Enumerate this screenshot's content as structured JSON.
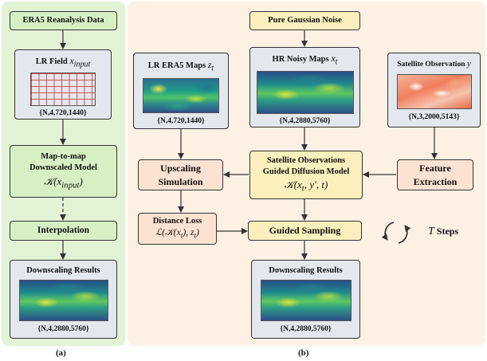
{
  "panel_a": {
    "label": "(a)",
    "top_box": "ERA5 Reanalysis Data",
    "lr_field": {
      "title": "LR Field",
      "math_base": "x",
      "math_sub": "input",
      "dims": "{N,4,720,1440}"
    },
    "model_box": {
      "line1": "Map-to-map",
      "line2": "Downscaled Model",
      "math": "𝒦(x",
      "math_sub": "input",
      "math_end": ")"
    },
    "interp_box": "Interpolation",
    "results": {
      "title": "Downscaling Results",
      "dims": "{N,4,2880,5760}"
    }
  },
  "panel_b": {
    "label": "(b)",
    "noise_box": "Pure Gaussian Noise",
    "hr_maps": {
      "title": "HR Noisy Maps",
      "math_base": "x",
      "math_sub": "t",
      "dims": "{N,4,2880,5760}"
    },
    "lr_maps": {
      "title": "LR ERA5 Maps",
      "math_base": "z",
      "math_sub": "t",
      "dims": "{N,4,720,1440}"
    },
    "sat_obs": {
      "title": "Satellite Observation",
      "math": "y",
      "dims": "{N,3,2000,5143}"
    },
    "diffusion_box": {
      "line1": "Satellite Observations",
      "line2": "Guided Diffusion Model",
      "math": "𝒦(x",
      "math_sub": "t",
      "math_end": ", y′, t)"
    },
    "upscaling_box": {
      "line1": "Upscaling",
      "line2": "Simulation"
    },
    "feature_box": {
      "line1": "Feature",
      "line2": "Extraction"
    },
    "distance_box": {
      "line1": "Distance Loss",
      "math": "ℒ(𝒦(x",
      "math_sub": "t",
      "math_end": "), z",
      "math_sub2": "t",
      "math_end2": ")"
    },
    "guided_box": "Guided Sampling",
    "steps": {
      "math": "T",
      "text": "Steps"
    },
    "results": {
      "title": "Downscaling Results",
      "dims": "{N,4,2880,5760}"
    }
  },
  "colors": {
    "panel_a_bg": "#e3f3d6",
    "panel_b_bg": "#fdf1e4",
    "green": "#d6f0c4",
    "gray": "#e3e7ee",
    "yellow": "#fbf0bd",
    "salmon": "#fbe2d3"
  }
}
